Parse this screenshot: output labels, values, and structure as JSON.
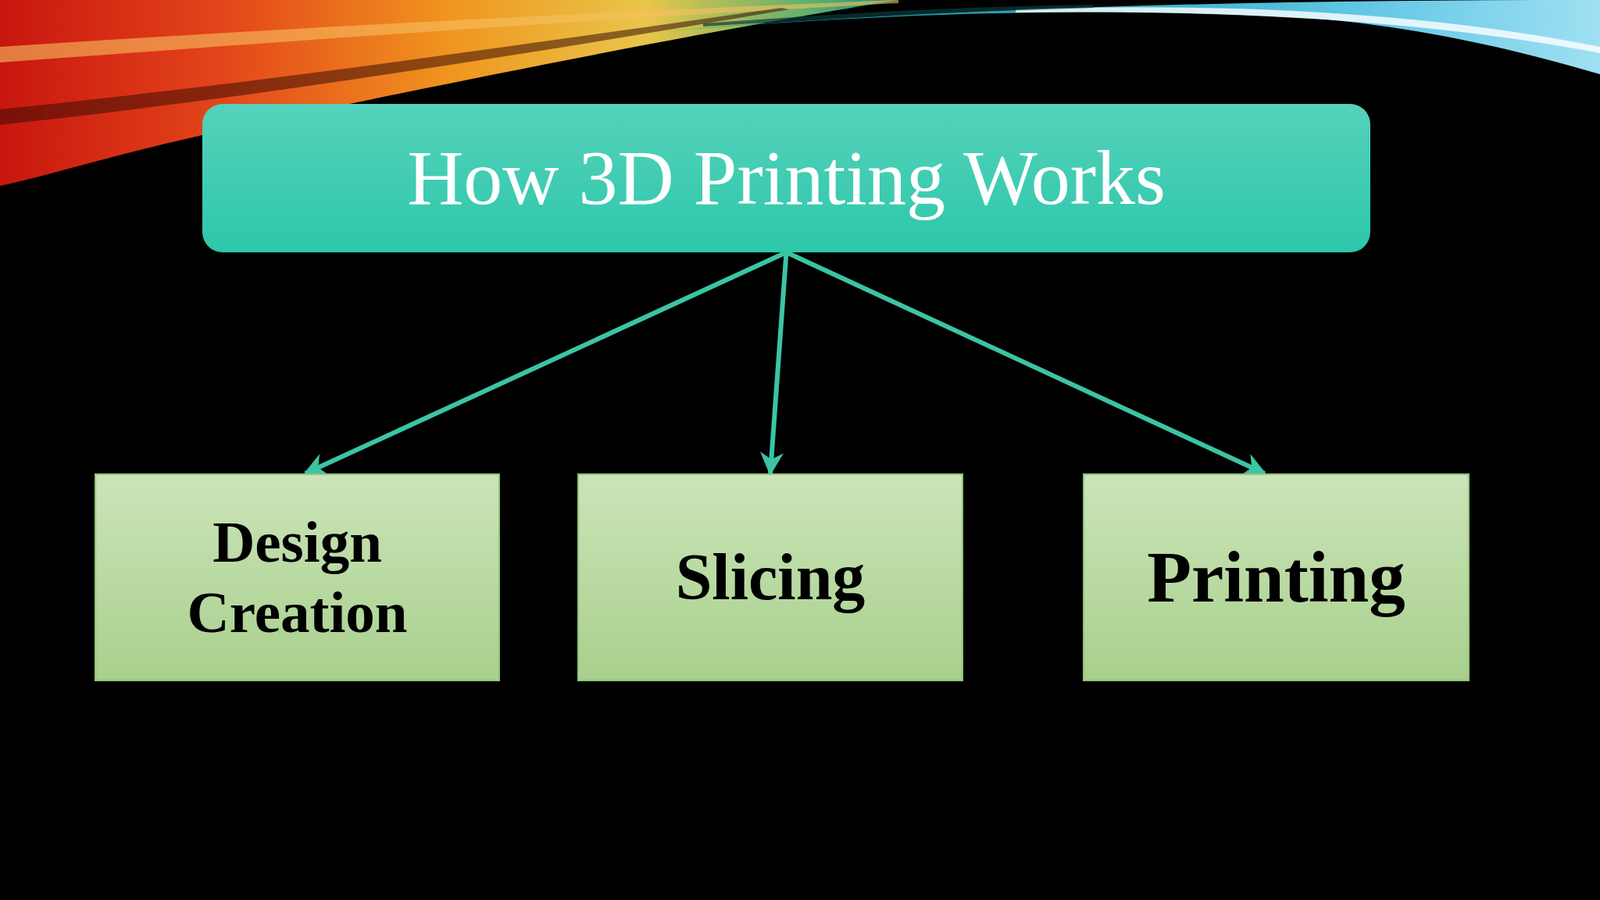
{
  "diagram": {
    "nodes": [
      {
        "text": [
          "How 3D Printing Works"
        ]
      },
      {
        "text": [
          "Design Creation"
        ]
      },
      {
        "text": [
          "Slicing"
        ]
      },
      {
        "text": [
          "Printing"
        ]
      }
    ],
    "edges": [
      {
        "from": 0,
        "to": 1,
        "arrow": "to"
      },
      {
        "from": 0,
        "to": 2,
        "arrow": "to"
      },
      {
        "from": 0,
        "to": 3,
        "arrow": "to"
      }
    ]
  }
}
